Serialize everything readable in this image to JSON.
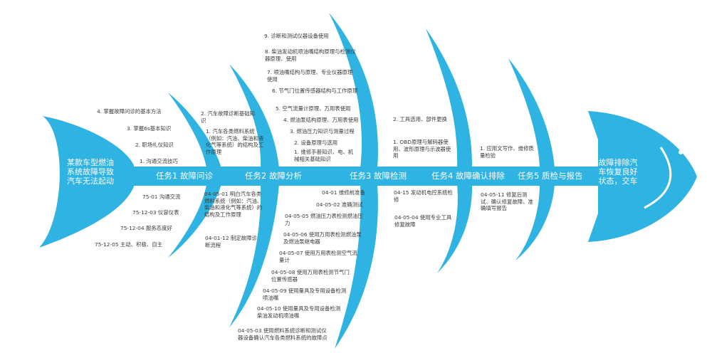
{
  "colors": {
    "primary": "#2eb3e2",
    "text": "#3a3a3a",
    "white": "#ffffff"
  },
  "problem": "某款车型燃油系统故障导致汽车无法起动",
  "goal": "故障排除汽车恢复良好状态，交车",
  "tasks": [
    {
      "label": "任务1 故障问诊"
    },
    {
      "label": "任务2 故障分析"
    },
    {
      "label": "任务3 故障检测"
    },
    {
      "label": "任务4 故障确认排除"
    },
    {
      "label": "任务5 质检与报告"
    }
  ],
  "tail_upper": [
    "4. 掌握故障问诊的基本方法",
    "3. 掌握6s基本知识",
    "2. 职场礼仪知识",
    "1. 沟通交流技巧"
  ],
  "tail_lower": [
    "75-01 沟通交流",
    "75-12-03 仪容仪表",
    "75-12-04 服务态度好",
    "75-12-05 主动、积极、自主"
  ],
  "task1_upper": [
    "2. 汽车故障诊断基础知识",
    "1. 汽车各类燃料系统（例如：汽油、柴油和液化气等系统）的结构及工作原理"
  ],
  "task1_lower": [
    "04-05-01 明白汽车各类燃料系统（例如：汽油、柴油和液化气等系统）的结构及工作原理",
    "04-01-12 制定故障诊断流程"
  ],
  "task2_upper": [
    "9. 诊断和测试仪器设备使用",
    "8. 柴油发动机喷油嘴结构原理与检测仪器原理、使用",
    "7. 喷油嘴结构与原理、专业仪器原理使用",
    "6. 节气门位置传感器结构与工作原理",
    "5. 空气流量计原理、万用表使用",
    "4. 燃油泵结构原理、万用表使用",
    "3. 燃油压力知识与测量过程",
    "2. 设备原理与选用",
    "1. 维修手册知识、电、机械相关基础知识"
  ],
  "task3_lower": [
    "04-01 维修前准备",
    "04-05-02 准确测试",
    "04-05-05 燃油压力表检测燃油压力",
    "04-05-06 使用万用表检测燃油泵及燃油泵继电器",
    "04-05-07 使用万用表检测空气流量计",
    "04-05-08 使用万用表检测节气门位置传感器",
    "04-05-09 使用量具及专用设备检测喷油嘴",
    "04-05-10 使用量具及专用设备检测柴油发动机喷油嘴",
    "04-05-03 使用燃料系统诊断和测试仪器设备确认汽车各类燃料系统的故障点"
  ],
  "task4_upper": [
    "2. 工具选用、部件更换",
    "1. OBD原理与解码器使用、波形原理与示波器使用"
  ],
  "task4_lower": [
    "04-15 发动机电控系统检修",
    "04-05-04 使用专业工具修复故障"
  ],
  "task5_upper": [
    "1. 应用文写作、维修质量检验"
  ],
  "task5_lower": [
    "04-05-11 修复后测试、确认修复故障、准确填写报告"
  ]
}
